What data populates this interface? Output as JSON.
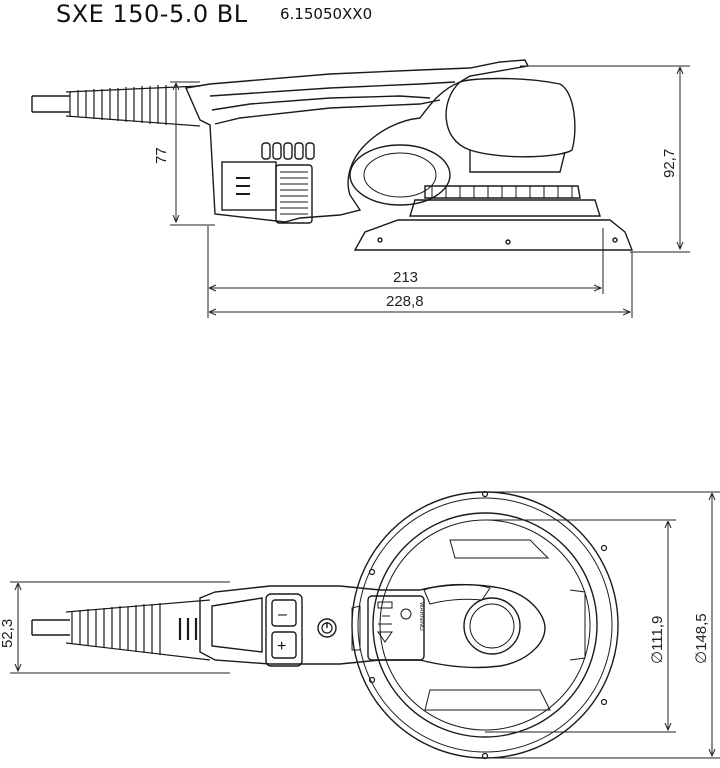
{
  "header": {
    "model": "SXE 150-5.0 BL",
    "order_number": "6.15050XX0"
  },
  "side_view": {
    "height_handle": "77",
    "height_total": "92,7",
    "length_body": "213",
    "length_total": "228,8"
  },
  "top_view": {
    "handle_width": "52,3",
    "pad_diameter": "∅111,9",
    "plate_diameter": "∅148,5",
    "button_minus": "–",
    "button_plus": "+",
    "label_warning": "WARNING"
  }
}
